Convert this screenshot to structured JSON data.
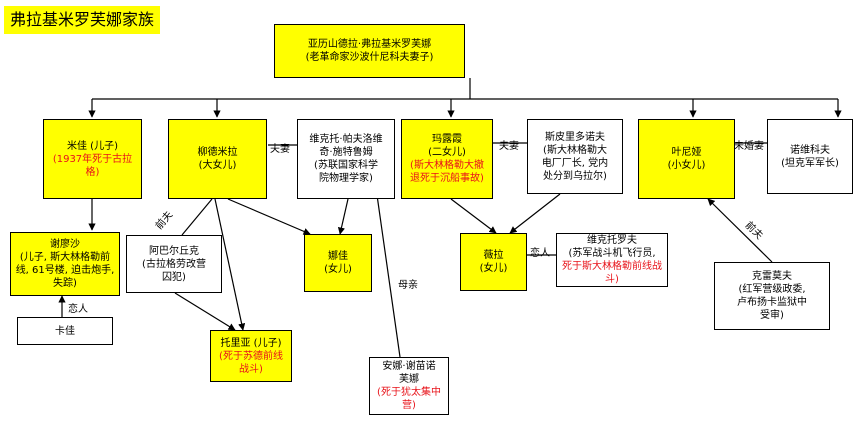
{
  "title": "弗拉基米罗芙娜家族",
  "colors": {
    "highlight": "#ffff00",
    "death_note": "#e8131a",
    "box_border": "#000000"
  },
  "people": {
    "root": {
      "line1": "亚历山德拉·弗拉基米罗芙娜",
      "line2": "(老革命家沙波什尼科夫妻子)"
    },
    "mitya": {
      "name": "米佳 (儿子)",
      "note": "(1937年死于古拉格)"
    },
    "lyudmila": {
      "name": "柳德米拉",
      "role": "(大女儿)"
    },
    "viktor": {
      "line1": "维克托·帕夫洛维",
      "line2": "奇·施特鲁姆",
      "line3": "(苏联国家科学",
      "line4": "院物理学家)"
    },
    "marusya": {
      "name": "玛露霞",
      "role": "(二女儿)",
      "note": "(斯大林格勒大撤退死于沉船事故)"
    },
    "spiridonov": {
      "line1": "斯皮里多诺夫",
      "line2": "(斯大林格勒大",
      "line3": "电厂厂长, 党内",
      "line4": "处分到乌拉尔)"
    },
    "zhenya": {
      "name": "叶尼娅",
      "role": "(小女儿)"
    },
    "novikov": {
      "line1": "诺维科夫",
      "line2": "(坦克军军长)"
    },
    "seryozha": {
      "name": "谢廖沙",
      "detail": "(儿子, 斯大林格勒前线, 61号楼, 迫击炮手, 失踪)"
    },
    "katya": {
      "name": "卡佳"
    },
    "abarchuk": {
      "line1": "阿巴尔丘克",
      "line2": "(古拉格劳改营",
      "line3": "囚犯)"
    },
    "nadya": {
      "name": "娜佳",
      "role": "(女儿)"
    },
    "vera": {
      "name": "薇拉",
      "role": "(女儿)"
    },
    "viktorov": {
      "line1": "维克托罗夫",
      "line2": "(苏军战斗机飞行员,",
      "note": "死于斯大林格勒前线战斗)"
    },
    "krymov": {
      "line1": "克雷莫夫",
      "line2": "(红军营级政委,",
      "line3": "卢布扬卡监狱中",
      "line4": "受审)"
    },
    "tolya": {
      "name": "托里亚 (儿子)",
      "note": "(死于苏德前线战斗)"
    },
    "anna": {
      "line1": "安娜·谢苗诺",
      "line2": "芙娜",
      "note": "(死于犹太集中营)"
    }
  },
  "relation_labels": {
    "husband_1": "夫妻",
    "husband_2": "夫妻",
    "husband_3": "未婚妻",
    "ex_husband_1": "前夫",
    "ex_husband_2": "前夫",
    "lover_1": "恋人",
    "lover_2": "恋人",
    "mother": "母亲"
  }
}
